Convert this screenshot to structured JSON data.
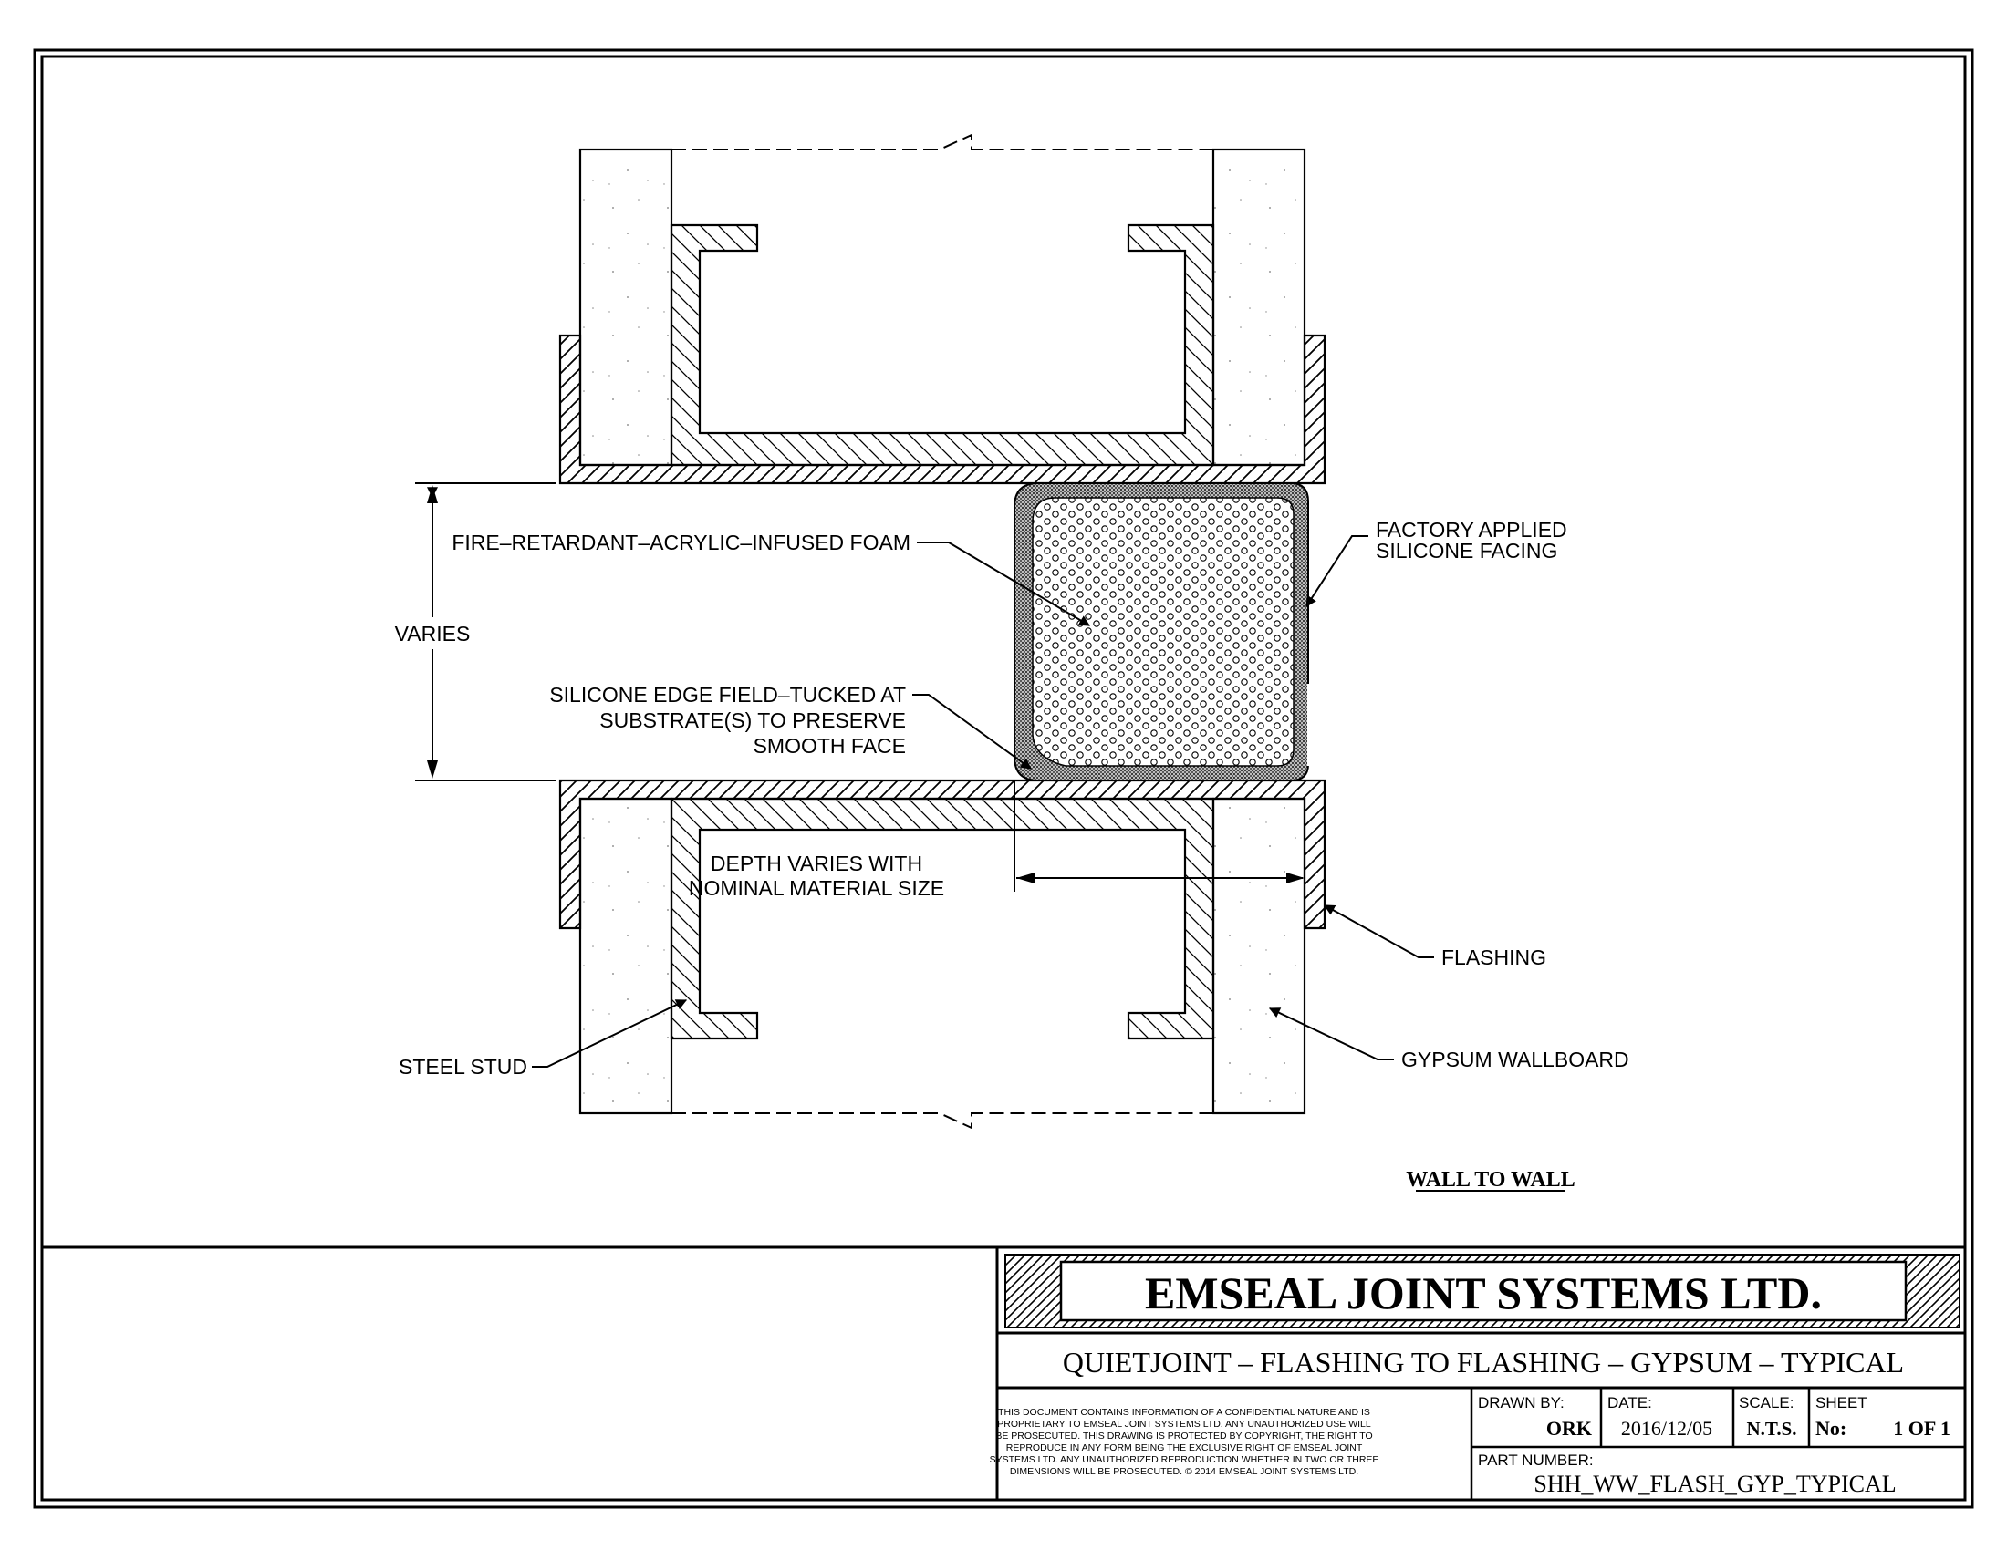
{
  "labels": {
    "foam": "FIRE–RETARDANT–ACRYLIC–INFUSED FOAM",
    "facing_line1": "FACTORY APPLIED",
    "facing_line2": "SILICONE FACING",
    "varies": "VARIES",
    "edge_line1": "SILICONE EDGE FIELD–TUCKED AT",
    "edge_line2": "SUBSTRATE(S) TO PRESERVE",
    "edge_line3": "SMOOTH FACE",
    "depth_line1": "DEPTH VARIES WITH",
    "depth_line2": "NOMINAL MATERIAL SIZE",
    "flashing": "FLASHING",
    "steel_stud": "STEEL STUD",
    "gypsum": "GYPSUM WALLBOARD",
    "view_title": "WALL TO WALL"
  },
  "title_block": {
    "company": "EMSEAL JOINT SYSTEMS LTD.",
    "drawing_title": "QUIETJOINT – FLASHING TO FLASHING – GYPSUM – TYPICAL",
    "notice": [
      "THIS DOCUMENT CONTAINS INFORMATION OF A CONFIDENTIAL NATURE AND IS",
      "PROPRIETARY TO EMSEAL JOINT SYSTEMS LTD. ANY UNAUTHORIZED USE WILL",
      "BE PROSECUTED. THIS DRAWING IS PROTECTED BY COPYRIGHT, THE RIGHT TO",
      "REPRODUCE IN ANY FORM BEING THE EXCLUSIVE RIGHT OF EMSEAL JOINT",
      "SYSTEMS LTD. ANY UNAUTHORIZED REPRODUCTION WHETHER IN TWO OR THREE",
      "DIMENSIONS WILL BE PROSECUTED. © 2014 EMSEAL JOINT SYSTEMS LTD."
    ],
    "drawn_by_label": "DRAWN BY:",
    "drawn_by": "ORK",
    "date_label": "DATE:",
    "date": "2016/12/05",
    "scale_label": "SCALE:",
    "scale": "N.T.S.",
    "sheet_label": "SHEET",
    "sheet_no_label": "No:",
    "sheet": "1 OF 1",
    "part_number_label": "PART NUMBER:",
    "part_number": "SHH_WW_FLASH_GYP_TYPICAL"
  }
}
